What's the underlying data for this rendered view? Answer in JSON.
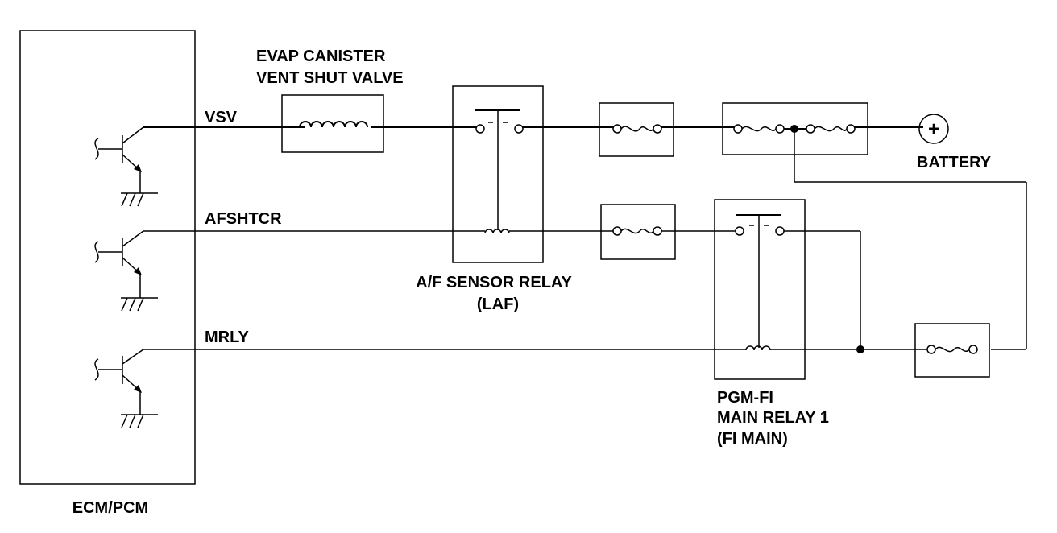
{
  "labels": {
    "ecm": "ECM/PCM",
    "vsv": "VSV",
    "afshtcr": "AFSHTCR",
    "mrly": "MRLY",
    "evap_line1": "EVAP CANISTER",
    "evap_line2": "VENT SHUT VALVE",
    "af_relay_line1": "A/F SENSOR RELAY",
    "af_relay_line2": "(LAF)",
    "pgm_line1": "PGM-FI",
    "pgm_line2": "MAIN RELAY 1",
    "pgm_line3": "(FI MAIN)",
    "battery": "BATTERY",
    "battery_symbol": "+"
  },
  "colors": {
    "line": "#000000",
    "background": "#ffffff"
  }
}
